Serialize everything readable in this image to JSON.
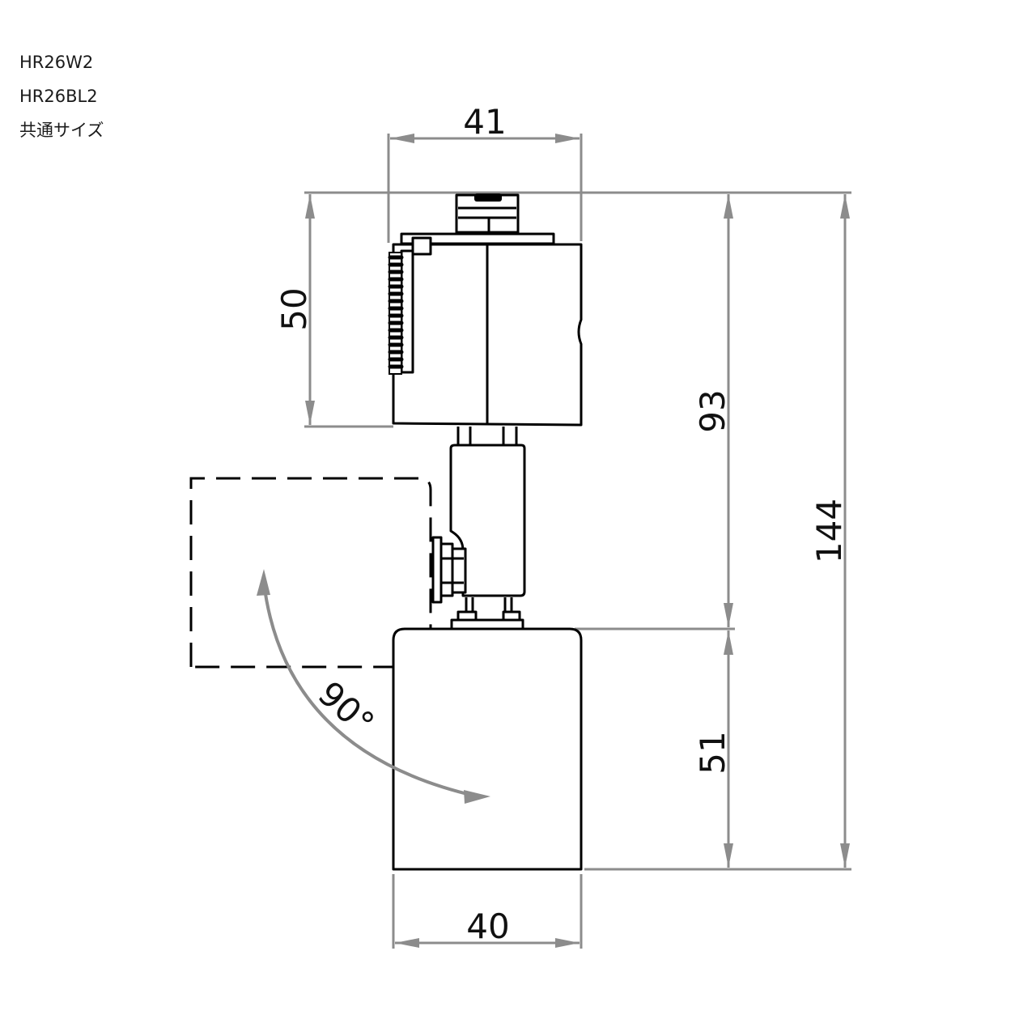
{
  "header": {
    "model_codes": [
      "HR26W2",
      "HR26BL2"
    ],
    "note": "共通サイズ"
  },
  "drawing": {
    "type": "dimensioned side view",
    "subject": "track light fixture",
    "colors": {
      "outline": "#000000",
      "dimension_lines": "#8c8c8c",
      "text": "#111111"
    },
    "dimensions": {
      "adapter_width": "41",
      "adapter_height": "50",
      "upper_height": "93",
      "total_height": "144",
      "head_height": "51",
      "head_width": "40",
      "rotation_angle": "90°"
    }
  }
}
